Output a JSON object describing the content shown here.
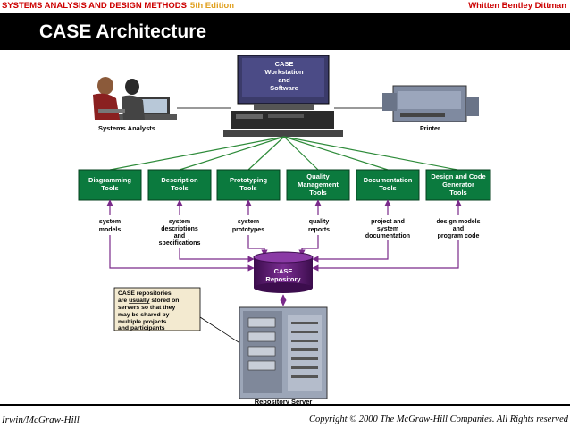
{
  "header": {
    "book_title": "SYSTEMS ANALYSIS AND DESIGN METHODS",
    "edition": "5th Edition",
    "authors": "Whitten   Bentley   Dittman"
  },
  "slide": {
    "title": "CASE Architecture"
  },
  "diagram": {
    "workstation_label": [
      "CASE",
      "Workstation",
      "and",
      "Software"
    ],
    "systems_analysts": "Systems Analysts",
    "printer": "Printer",
    "tools": [
      {
        "lines": [
          "Diagramming",
          "Tools"
        ]
      },
      {
        "lines": [
          "Description",
          "Tools"
        ]
      },
      {
        "lines": [
          "Prototyping",
          "Tools"
        ]
      },
      {
        "lines": [
          "Quality",
          "Management",
          "Tools"
        ]
      },
      {
        "lines": [
          "Documentation",
          "Tools"
        ]
      },
      {
        "lines": [
          "Design and Code",
          "Generator",
          "Tools"
        ]
      }
    ],
    "outputs": [
      {
        "lines": [
          "system",
          "models"
        ]
      },
      {
        "lines": [
          "system",
          "descriptions",
          "and",
          "specifications"
        ]
      },
      {
        "lines": [
          "system",
          "prototypes"
        ]
      },
      {
        "lines": [
          "quality",
          "reports"
        ]
      },
      {
        "lines": [
          "project and",
          "system",
          "documentation"
        ]
      },
      {
        "lines": [
          "design models",
          "and",
          "program code"
        ]
      }
    ],
    "repository": [
      "CASE",
      "Repository"
    ],
    "note_lines": [
      "CASE repositories",
      "are ",
      "usually",
      " stored on",
      "servers so that they",
      "may be shared by",
      "multiple projects",
      "and participants"
    ],
    "server_label": "Repository Server"
  },
  "colors": {
    "tool_box": "#0b7a3e",
    "repository": "#5a1670",
    "arrow": "#7a2a8a",
    "link": "#2e8b3a",
    "note_bg": "#f3ead0"
  },
  "footer": {
    "publisher": "Irwin/McGraw-Hill",
    "copyright": "Copyright © 2000 The McGraw-Hill Companies. All Rights reserved"
  }
}
